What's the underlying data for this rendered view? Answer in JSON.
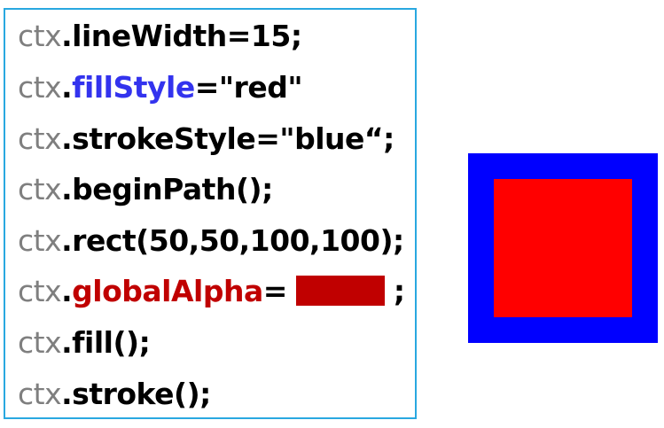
{
  "code": {
    "lines": [
      {
        "obj": "ctx",
        "dot": ".",
        "prop": "lineWidth",
        "rest": "=15;"
      },
      {
        "obj": "ctx",
        "dot": ".",
        "prop": "fillStyle",
        "rest": "=\"red\""
      },
      {
        "obj": "ctx",
        "dot": ".",
        "prop": "strokeStyle",
        "rest": "=\"blue“;"
      },
      {
        "obj": "ctx",
        "dot": ".",
        "prop": "beginPath",
        "rest": "();"
      },
      {
        "obj": "ctx",
        "dot": ".",
        "prop": "rect",
        "rest": "(50,50,100,100);"
      },
      {
        "obj": "ctx",
        "dot": ".",
        "prop": "globalAlpha",
        "rest": "=",
        "after": ";"
      },
      {
        "obj": "ctx",
        "dot": ".",
        "prop": "fill",
        "rest": "();"
      },
      {
        "obj": "ctx",
        "dot": ".",
        "prop": "stroke",
        "rest": "();"
      }
    ],
    "hidden_value_color": "#c00000"
  },
  "result": {
    "fill_color": "#ff0000",
    "stroke_color": "#0000ff",
    "line_width": 15
  }
}
